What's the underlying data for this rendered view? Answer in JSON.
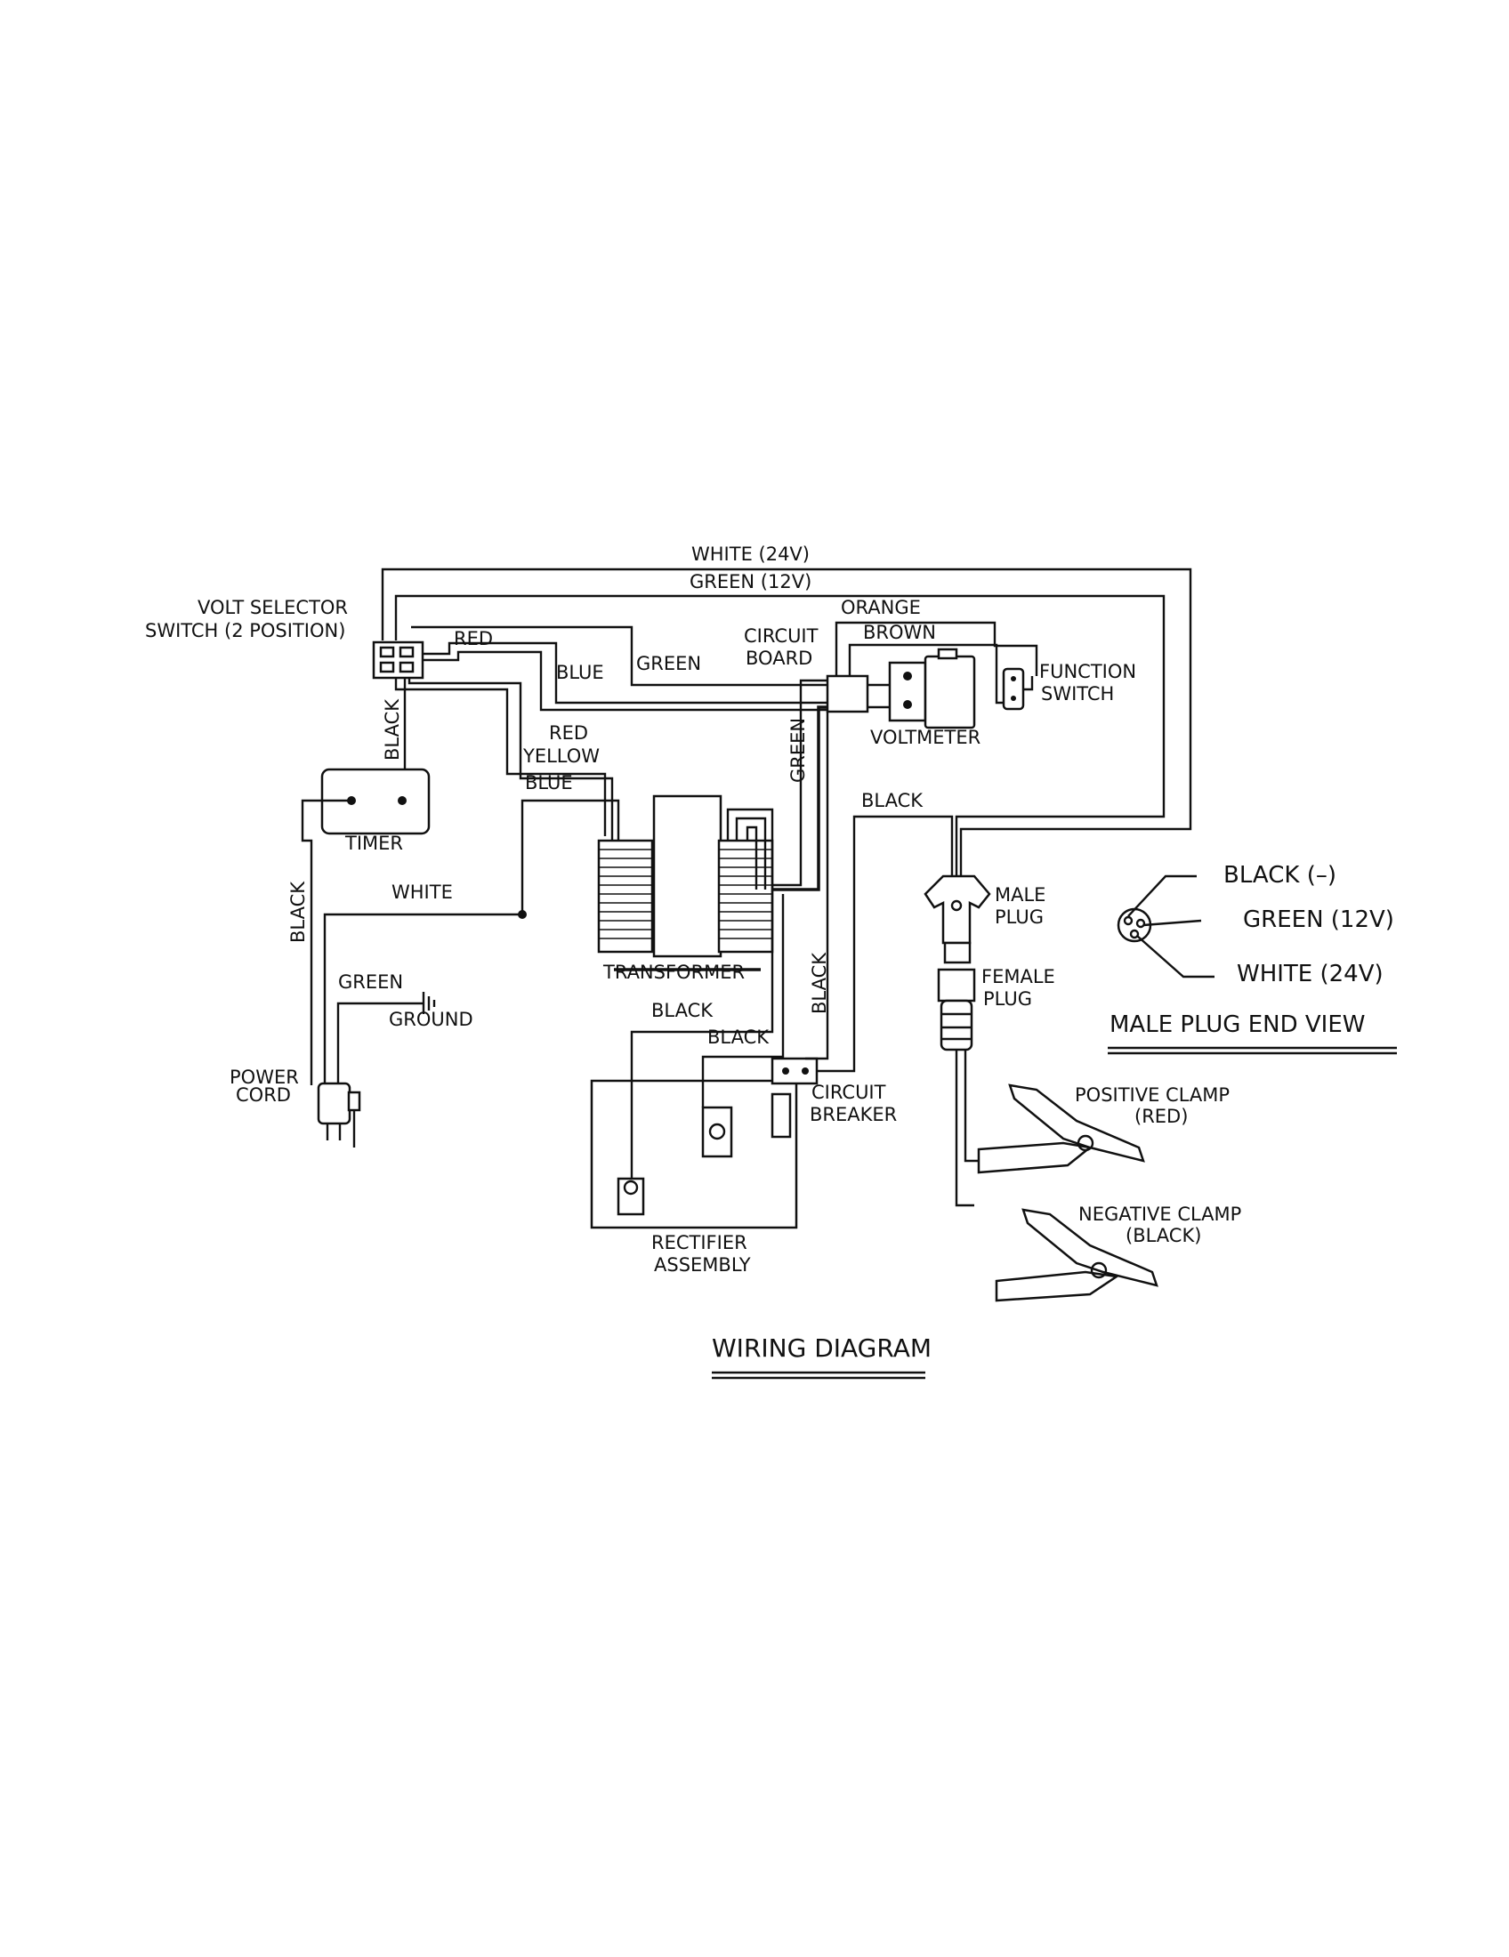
{
  "diagram": {
    "title": "WIRING DIAGRAM",
    "components": {
      "volt_selector": [
        "VOLT SELECTOR",
        "SWITCH (2 POSITION)"
      ],
      "circuit_board": [
        "CIRCUIT",
        "BOARD"
      ],
      "voltmeter": "VOLTMETER",
      "function_switch": [
        "FUNCTION",
        "SWITCH"
      ],
      "timer": "TIMER",
      "transformer": "TRANSFORMER",
      "ground": "GROUND",
      "power_cord": [
        "POWER",
        "CORD"
      ],
      "rectifier": [
        "RECTIFIER",
        "ASSEMBLY"
      ],
      "circuit_breaker": [
        "CIRCUIT",
        "BREAKER"
      ],
      "male_plug": [
        "MALE",
        "PLUG"
      ],
      "female_plug": [
        "FEMALE",
        "PLUG"
      ],
      "positive_clamp": [
        "POSITIVE CLAMP",
        "(RED)"
      ],
      "negative_clamp": [
        "NEGATIVE CLAMP",
        "(BLACK)"
      ]
    },
    "wires": {
      "white_24v": "WHITE (24V)",
      "green_12v": "GREEN (12V)",
      "orange": "ORANGE",
      "brown": "BROWN",
      "red_top": "RED",
      "blue_top": "BLUE",
      "green_top": "GREEN",
      "black_selector": "BLACK",
      "red_xfmr": "RED",
      "yellow": "YELLOW",
      "blue_xfmr": "BLUE",
      "green_vertical": "GREEN",
      "black_male": "BLACK",
      "black_timer": "BLACK",
      "white_timer": "WHITE",
      "green_ground": "GREEN",
      "black_rect1": "BLACK",
      "black_rect2": "BLACK",
      "black_vertical": "BLACK"
    },
    "end_view": {
      "title": "MALE PLUG END VIEW",
      "black": "BLACK (–)",
      "green": "GREEN (12V)",
      "white": "WHITE (24V)"
    }
  }
}
